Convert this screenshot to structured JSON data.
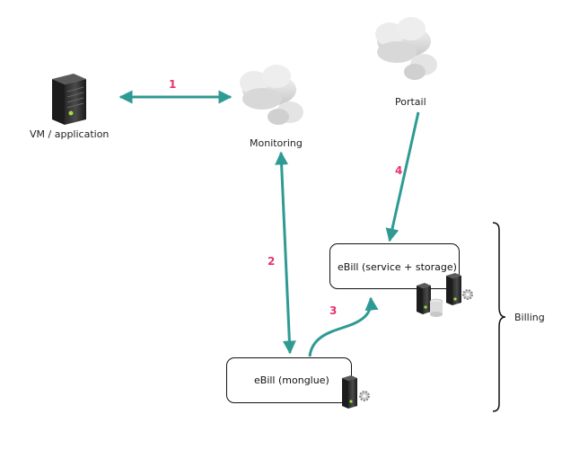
{
  "nodes": {
    "vm": {
      "label": "VM / application",
      "icon": "server-icon"
    },
    "monitoring": {
      "label": "Monitoring",
      "icon": "cloud-icon"
    },
    "portail": {
      "label": "Portail",
      "icon": "cloud-icon"
    },
    "ebill_storage": {
      "label": "eBill (service + storage)",
      "icons": [
        "server-database-icon",
        "server-gear-icon"
      ]
    },
    "ebill_monglue": {
      "label": "eBill (monglue)",
      "icon": "server-gear-icon"
    }
  },
  "edges": [
    {
      "label": "1",
      "from": "vm",
      "to": "monitoring",
      "direction": "both"
    },
    {
      "label": "2",
      "from": "monitoring",
      "to": "ebill_monglue",
      "direction": "both"
    },
    {
      "label": "3",
      "from": "ebill_monglue",
      "to": "ebill_storage",
      "direction": "forward"
    },
    {
      "label": "4",
      "from": "portail",
      "to": "ebill_storage",
      "direction": "forward"
    }
  ],
  "group": {
    "label": "Billing"
  },
  "colors": {
    "arrow": "#2f9a93",
    "number": "#e8336d"
  }
}
